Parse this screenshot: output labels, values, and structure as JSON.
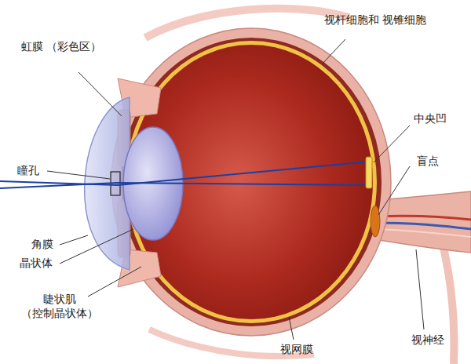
{
  "diagram": {
    "labels": [
      "视杆细胞和 视锥细胞",
      "虹膜 （彩色区）",
      "中央凹",
      "瞳孔",
      "盲点",
      "角膜",
      "晶状体",
      "睫状肌 （控制晶状体）",
      "视网膜",
      "视神经"
    ]
  }
}
